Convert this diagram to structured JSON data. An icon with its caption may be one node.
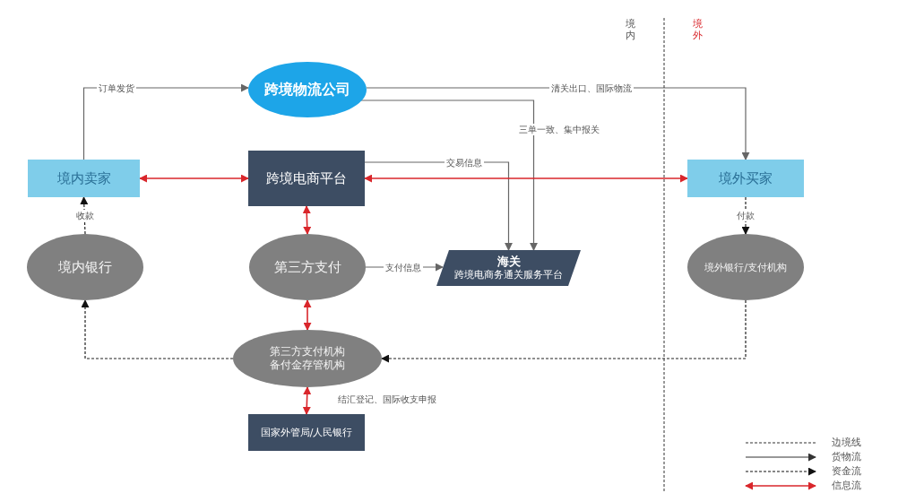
{
  "diagram": {
    "nodes": [
      {
        "text": [
          "跨境物流公司"
        ]
      },
      {
        "text": [
          "境内卖家"
        ]
      },
      {
        "text": [
          "跨境电商平台"
        ]
      },
      {
        "text": [
          "境外买家"
        ]
      },
      {
        "text": [
          "境内银行"
        ]
      },
      {
        "text": [
          "第三方支付"
        ]
      },
      {
        "text": [
          "海关",
          "跨境电商务通关服务平台"
        ]
      },
      {
        "text": [
          "境外银行/支付机构"
        ]
      },
      {
        "text": [
          "第三方支付机构",
          "备付金存管机构"
        ]
      },
      {
        "text": [
          "国家外管局/人民银行"
        ]
      }
    ],
    "edges": [
      {
        "from": 1,
        "to": 0,
        "arrow": "to",
        "label": "订单发货"
      },
      {
        "from": 0,
        "to": 3,
        "arrow": "to",
        "label": "清关出口、国际物流"
      },
      {
        "from": 0,
        "to": 6,
        "arrow": "to",
        "label": "三单一致、集中报关"
      },
      {
        "from": 2,
        "to": 6,
        "arrow": "to",
        "label": "交易信息"
      },
      {
        "from": 1,
        "to": 2,
        "arrow": "both",
        "color": "#d9262b"
      },
      {
        "from": 2,
        "to": 3,
        "arrow": "both",
        "color": "#d9262b"
      },
      {
        "from": 2,
        "to": 5,
        "arrow": "both",
        "color": "#d9262b"
      },
      {
        "from": 4,
        "to": 1,
        "arrow": "to",
        "style": "dashed",
        "label": "收款"
      },
      {
        "from": 3,
        "to": 7,
        "arrow": "to",
        "style": "dashed",
        "label": "付款"
      },
      {
        "from": 5,
        "to": 6,
        "arrow": "to",
        "label": "支付信息"
      },
      {
        "from": 5,
        "to": 8,
        "arrow": "both",
        "color": "#d9262b"
      },
      {
        "from": 8,
        "to": 4,
        "arrow": "to",
        "style": "dashed"
      },
      {
        "from": 7,
        "to": 8,
        "arrow": "to",
        "style": "dashed"
      },
      {
        "from": 8,
        "to": 9,
        "arrow": "both",
        "color": "#d9262b",
        "label": "结汇登记、国际收支申报"
      }
    ],
    "labels": [
      "境内",
      "境外"
    ],
    "legend": [
      {
        "text": "边境线"
      },
      {
        "text": "货物流"
      },
      {
        "text": "资金流"
      },
      {
        "text": "信息流"
      }
    ]
  }
}
